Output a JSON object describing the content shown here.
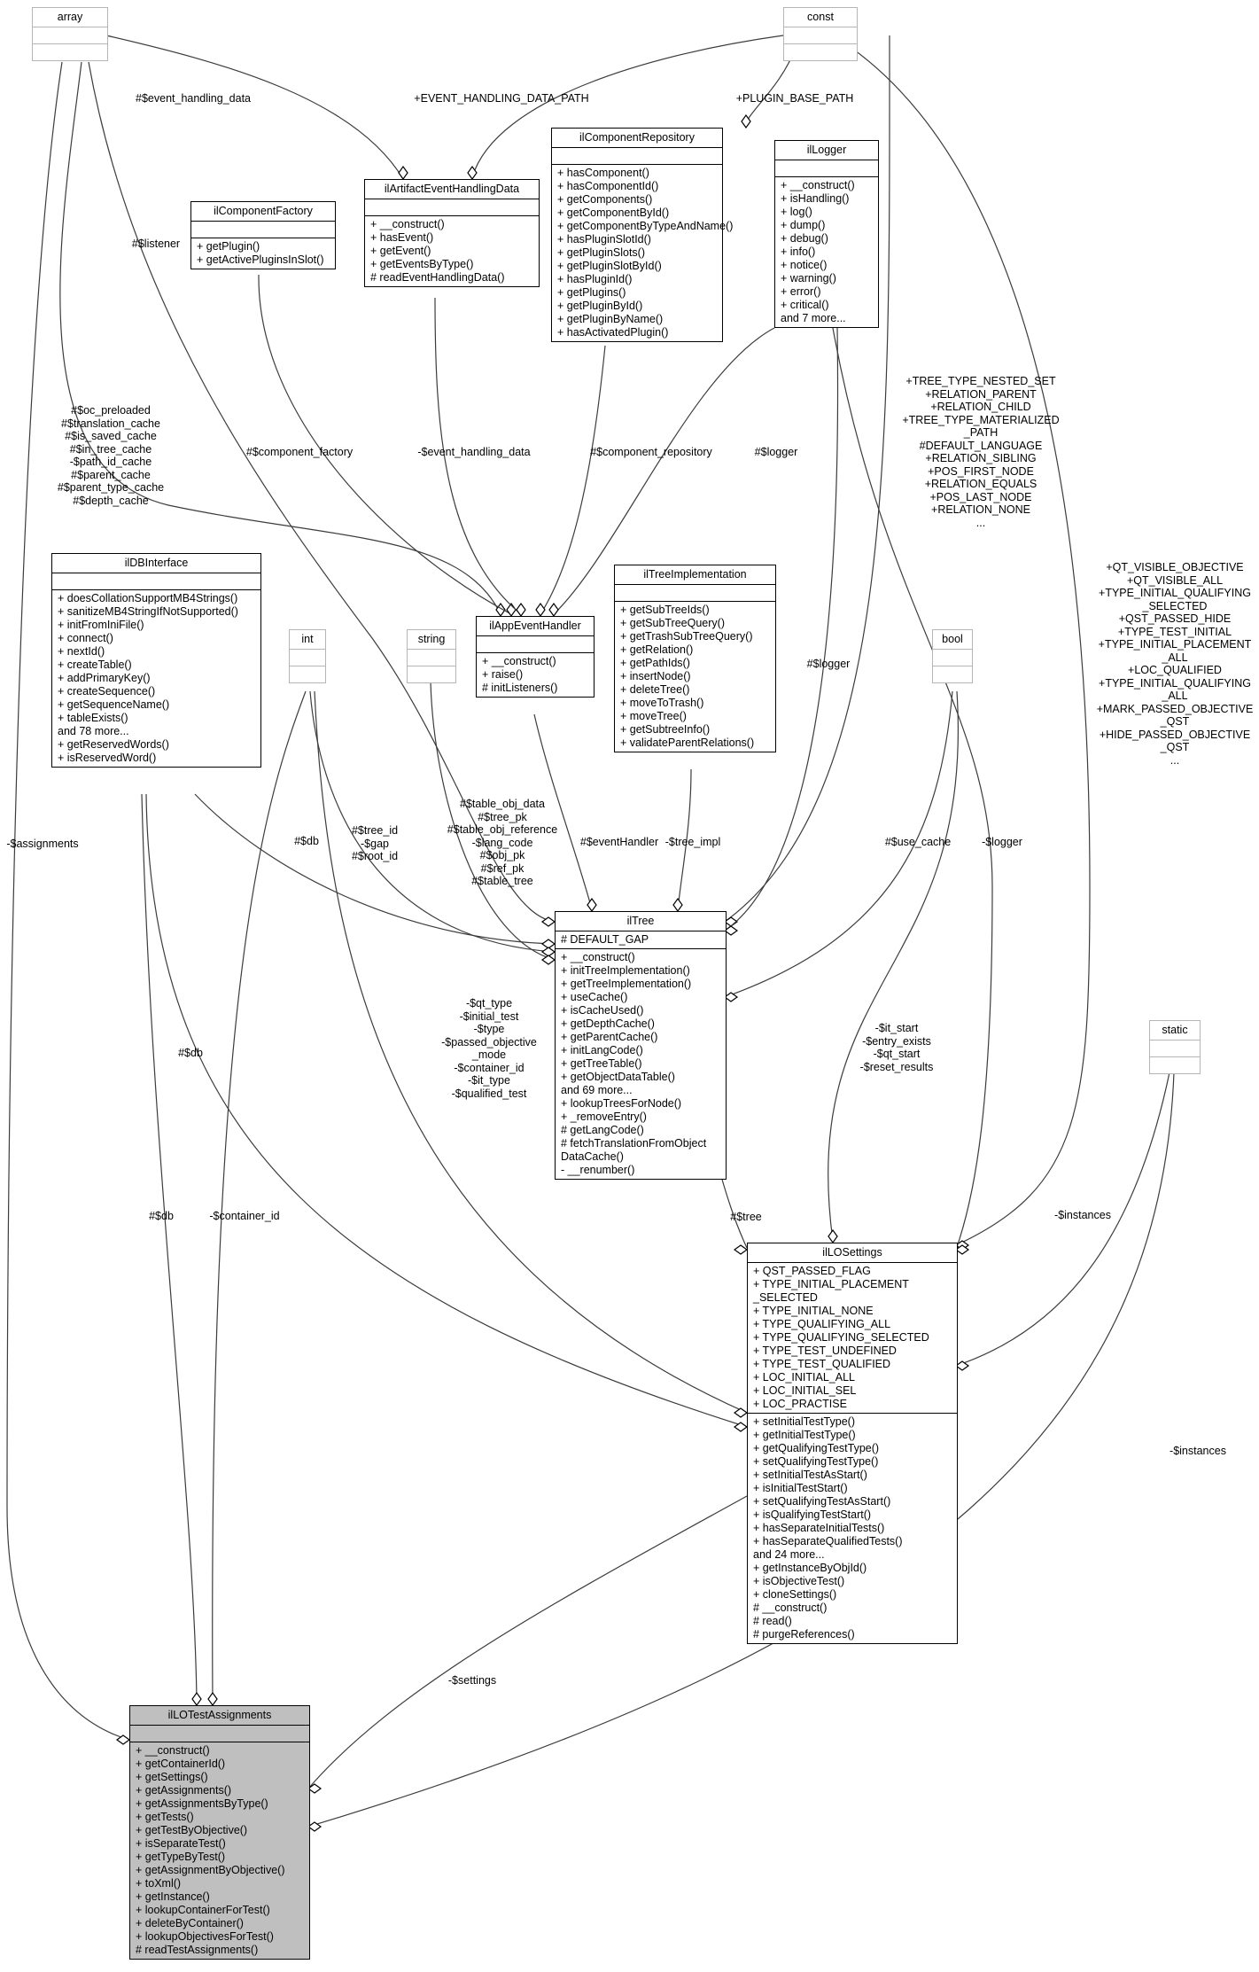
{
  "classes": {
    "array": {
      "name": "array"
    },
    "const": {
      "name": "const"
    },
    "int": {
      "name": "int"
    },
    "string": {
      "name": "string"
    },
    "bool": {
      "name": "bool"
    },
    "static": {
      "name": "static"
    },
    "ilComponentFactory": {
      "name": "ilComponentFactory",
      "methods": [
        "+ getPlugin()",
        "+ getActivePluginsInSlot()"
      ]
    },
    "ilArtifactEventHandlingData": {
      "name": "ilArtifactEventHandlingData",
      "methods": [
        "+ __construct()",
        "+ hasEvent()",
        "+ getEvent()",
        "+ getEventsByType()",
        "# readEventHandlingData()"
      ]
    },
    "ilComponentRepository": {
      "name": "ilComponentRepository",
      "methods": [
        "+ hasComponent()",
        "+ hasComponentId()",
        "+ getComponents()",
        "+ getComponentById()",
        "+ getComponentByTypeAndName()",
        "+ hasPluginSlotId()",
        "+ getPluginSlots()",
        "+ getPluginSlotById()",
        "+ hasPluginId()",
        "+ getPlugins()",
        "+ getPluginById()",
        "+ getPluginByName()",
        "+ hasActivatedPlugin()"
      ]
    },
    "ilLogger": {
      "name": "ilLogger",
      "methods": [
        "+ __construct()",
        "+ isHandling()",
        "+ log()",
        "+ dump()",
        "+ debug()",
        "+ info()",
        "+ notice()",
        "+ warning()",
        "+ error()",
        "+ critical()",
        "and 7 more..."
      ]
    },
    "ilDBInterface": {
      "name": "ilDBInterface",
      "methods": [
        "+ doesCollationSupportMB4Strings()",
        "+ sanitizeMB4StringIfNotSupported()",
        "+ initFromIniFile()",
        "+ connect()",
        "+ nextId()",
        "+ createTable()",
        "+ addPrimaryKey()",
        "+ createSequence()",
        "+ getSequenceName()",
        "+ tableExists()",
        "and 78 more...",
        "+ getReservedWords()",
        "+ isReservedWord()"
      ]
    },
    "ilAppEventHandler": {
      "name": "ilAppEventHandler",
      "methods": [
        "+ __construct()",
        "+ raise()",
        "# initListeners()"
      ]
    },
    "ilTreeImplementation": {
      "name": "ilTreeImplementation",
      "methods": [
        "+ getSubTreeIds()",
        "+ getSubTreeQuery()",
        "+ getTrashSubTreeQuery()",
        "+ getRelation()",
        "+ getPathIds()",
        "+ insertNode()",
        "+ deleteTree()",
        "+ moveToTrash()",
        "+ moveTree()",
        "+ getSubtreeInfo()",
        "+ validateParentRelations()"
      ]
    },
    "ilTree": {
      "name": "ilTree",
      "attributes": [
        "# DEFAULT_GAP"
      ],
      "methods": [
        "+ __construct()",
        "+ initTreeImplementation()",
        "+ getTreeImplementation()",
        "+ useCache()",
        "+ isCacheUsed()",
        "+ getDepthCache()",
        "+ getParentCache()",
        "+ initLangCode()",
        "+ getTreeTable()",
        "+ getObjectDataTable()",
        "and 69 more...",
        "+ lookupTreesForNode()",
        "+ _removeEntry()",
        "# getLangCode()",
        "# fetchTranslationFromObject",
        "DataCache()",
        "- __renumber()"
      ]
    },
    "ilLOSettings": {
      "name": "ilLOSettings",
      "attributes": [
        "+ QST_PASSED_FLAG",
        "+ TYPE_INITIAL_PLACEMENT",
        "_SELECTED",
        "+ TYPE_INITIAL_NONE",
        "+ TYPE_QUALIFYING_ALL",
        "+ TYPE_QUALIFYING_SELECTED",
        "+ TYPE_TEST_UNDEFINED",
        "+ TYPE_TEST_QUALIFIED",
        "+ LOC_INITIAL_ALL",
        "+ LOC_INITIAL_SEL",
        "+ LOC_PRACTISE"
      ],
      "methods": [
        "+ setInitialTestType()",
        "+ getInitialTestType()",
        "+ getQualifyingTestType()",
        "+ setQualifyingTestType()",
        "+ setInitialTestAsStart()",
        "+ isInitialTestStart()",
        "+ setQualifyingTestAsStart()",
        "+ isQualifyingTestStart()",
        "+ hasSeparateInitialTests()",
        "+ hasSeparateQualifiedTests()",
        "and 24 more...",
        "+ getInstanceByObjId()",
        "+ isObjectiveTest()",
        "+ cloneSettings()",
        "# __construct()",
        "# read()",
        "# purgeReferences()"
      ]
    },
    "ilLOTestAssignments": {
      "name": "ilLOTestAssignments",
      "methods": [
        "+ __construct()",
        "+ getContainerId()",
        "+ getSettings()",
        "+ getAssignments()",
        "+ getAssignmentsByType()",
        "+ getTests()",
        "+ getTestByObjective()",
        "+ isSeparateTest()",
        "+ getTypeByTest()",
        "+ getAssignmentByObjective()",
        "+ toXml()",
        "+ getInstance()",
        "+ lookupContainerForTest()",
        "+ deleteByContainer()",
        "+ lookupObjectivesForTest()",
        "# readTestAssignments()"
      ]
    }
  },
  "edge_labels": {
    "event_handling_data": [
      "#$event_handling_data"
    ],
    "event_handling_data_path": [
      "+EVENT_HANDLING_DATA_PATH"
    ],
    "plugin_base_path": [
      "+PLUGIN_BASE_PATH"
    ],
    "listener": [
      "#$listener"
    ],
    "caches": [
      "#$oc_preloaded",
      "#$translation_cache",
      "#$is_saved_cache",
      "#$in_tree_cache",
      "-$path_id_cache",
      "#$parent_cache",
      "#$parent_type_cache",
      "#$depth_cache"
    ],
    "component_factory": [
      "#$component_factory"
    ],
    "event_handling_data_priv": [
      "-$event_handling_data"
    ],
    "component_repository": [
      "#$component_repository"
    ],
    "logger_app": [
      "#$logger"
    ],
    "tree_constants": [
      "+TREE_TYPE_NESTED_SET",
      "+RELATION_PARENT",
      "+RELATION_CHILD",
      "+TREE_TYPE_MATERIALIZED",
      "_PATH",
      "#DEFAULT_LANGUAGE",
      "+RELATION_SIBLING",
      "+POS_FIRST_NODE",
      "+RELATION_EQUALS",
      "+POS_LAST_NODE",
      "+RELATION_NONE",
      "..."
    ],
    "lo_constants": [
      "+QT_VISIBLE_OBJECTIVE",
      "+QT_VISIBLE_ALL",
      "+TYPE_INITIAL_QUALIFYING",
      "_SELECTED",
      "+QST_PASSED_HIDE",
      "+TYPE_TEST_INITIAL",
      "+TYPE_INITIAL_PLACEMENT",
      "_ALL",
      "+LOC_QUALIFIED",
      "+TYPE_INITIAL_QUALIFYING",
      "_ALL",
      "+MARK_PASSED_OBJECTIVE",
      "_QST",
      "+HIDE_PASSED_OBJECTIVE",
      "_QST",
      "..."
    ],
    "assignments": [
      "-$assignments"
    ],
    "db_tree": [
      "#$db"
    ],
    "int_tree": [
      "#$tree_id",
      "-$gap",
      "#$root_id"
    ],
    "string_tree": [
      "#$table_obj_data",
      "#$tree_pk",
      "#$table_obj_reference",
      "-$lang_code",
      "#$obj_pk",
      "#$ref_pk",
      "#$table_tree"
    ],
    "event_handler": [
      "#$eventHandler"
    ],
    "tree_impl": [
      "-$tree_impl"
    ],
    "logger_tree": [
      "#$logger"
    ],
    "use_cache": [
      "#$use_cache"
    ],
    "logger_lo": [
      "-$logger"
    ],
    "int_lo": [
      "-$qt_type",
      "-$initial_test",
      "-$type",
      "-$passed_objective",
      "_mode",
      "-$container_id",
      "-$it_type",
      "-$qualified_test"
    ],
    "bool_lo": [
      "-$it_start",
      "-$entry_exists",
      "-$qt_start",
      "-$reset_results"
    ],
    "db_lo": [
      "#$db"
    ],
    "db_assign": [
      "#$db"
    ],
    "container_id": [
      "-$container_id"
    ],
    "tree_lo": [
      "#$tree"
    ],
    "instances_lo": [
      "-$instances"
    ],
    "instances_assign": [
      "-$instances"
    ],
    "settings": [
      "-$settings"
    ]
  }
}
